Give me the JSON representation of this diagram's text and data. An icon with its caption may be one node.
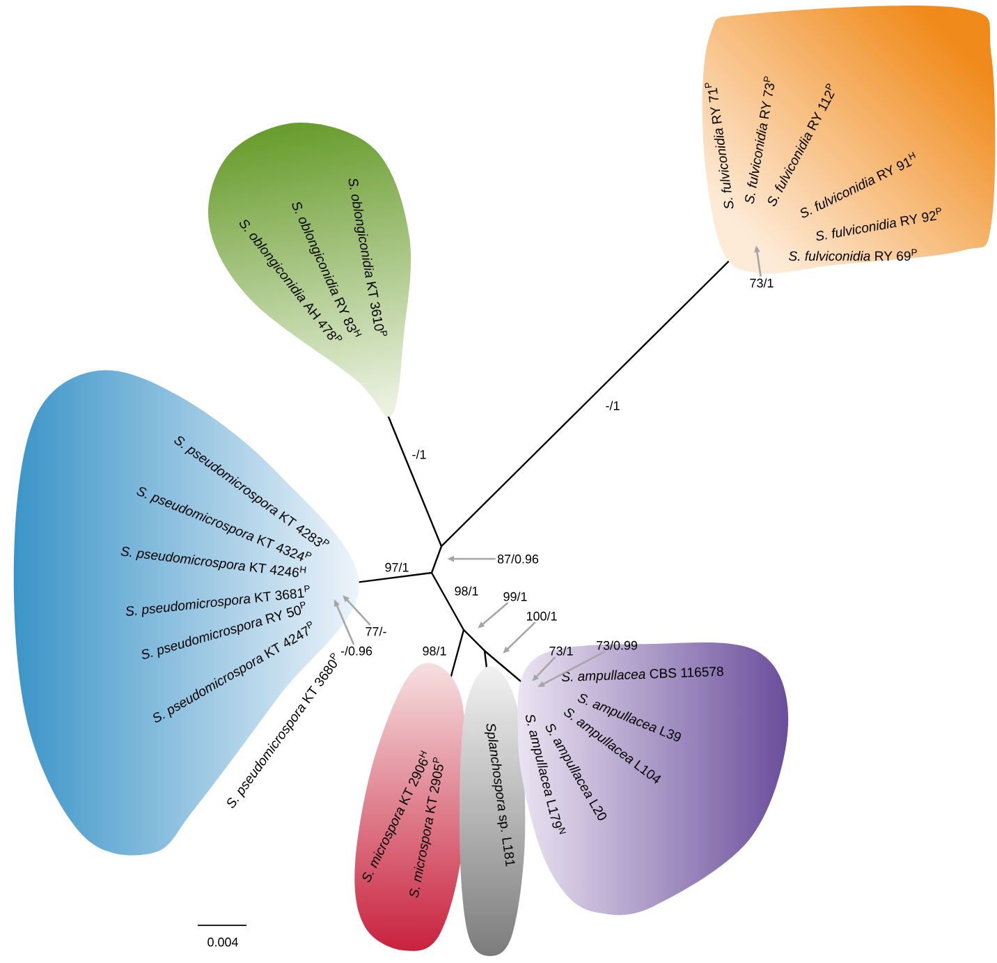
{
  "diagram": {
    "nodes": [
      {
        "text": [
          "*S. fulviconidia* RY 71$^{P}$",
          "*S. fulviconidia* RY 73$^{P}$",
          "*S. fulviconidia* RY 112$^{P}$",
          "*S. fulviconidia* RY 91$^{H}$",
          "*S. fulviconidia* RY 92$^{P}$",
          "*S. fulviconidia* RY 69$^{P}$"
        ]
      },
      {
        "text": [
          "*S. oblongiconidia* KT 3610$^{P}$",
          "*S. oblongiconidia* RY 83$^{H}$",
          "*S. oblongiconidia* AH 478$^{P}$"
        ]
      },
      {
        "text": [
          "*S. pseudomicrospora* KT 4283$^{P}$",
          "*S. pseudomicrospora* KT 4324$^{P}$",
          "*S. pseudomicrospora* KT 4246$^{H}$",
          "*S. pseudomicrospora* KT 3681$^{P}$",
          "*S. pseudomicrospora* RY 50$^{P}$",
          "*S. pseudomicrospora* KT 4247$^{P}$",
          "*S. pseudomicrospora* KT 3680$^{P}$"
        ]
      },
      {
        "text": [
          "*S. microspora* KT 2906$^{H}$",
          "*S. microspora* KT 2905$^{P}$"
        ]
      },
      {
        "text": [
          "*Splanchospora* sp. L181"
        ]
      },
      {
        "text": [
          "*S. ampullacea* CBS 116578",
          "*S. ampullacea* L39",
          "*S. ampullacea* L104",
          "*S. ampullacea* L20",
          "*S. ampullacea* L179$^{N}$"
        ]
      },
      {
        "text": [
          "73/1"
        ]
      },
      {
        "text": [
          "87/0.96"
        ]
      },
      {
        "text": [
          "77/-"
        ]
      },
      {
        "text": [
          "-/0.96"
        ]
      },
      {
        "text": [
          "99/1"
        ]
      },
      {
        "text": [
          "100/1"
        ]
      },
      {
        "text": [
          "73/1"
        ]
      },
      {
        "text": [
          "73/0.99"
        ]
      }
    ],
    "edges": [
      {
        "from": 6,
        "to": 0,
        "arrow": "to"
      },
      {
        "from": 7,
        "to": null,
        "arrow": "to"
      },
      {
        "from": 8,
        "to": 2,
        "arrow": "to"
      },
      {
        "from": 9,
        "to": 2,
        "arrow": "to"
      },
      {
        "from": 10,
        "to": null,
        "arrow": "to"
      },
      {
        "from": 11,
        "to": 5,
        "arrow": "to"
      },
      {
        "from": 12,
        "to": 5,
        "arrow": "to"
      },
      {
        "from": 13,
        "to": 5,
        "arrow": "to"
      }
    ],
    "labels": [
      "-/1",
      "-/1",
      "97/1",
      "98/1",
      "98/1",
      "0.004"
    ]
  }
}
